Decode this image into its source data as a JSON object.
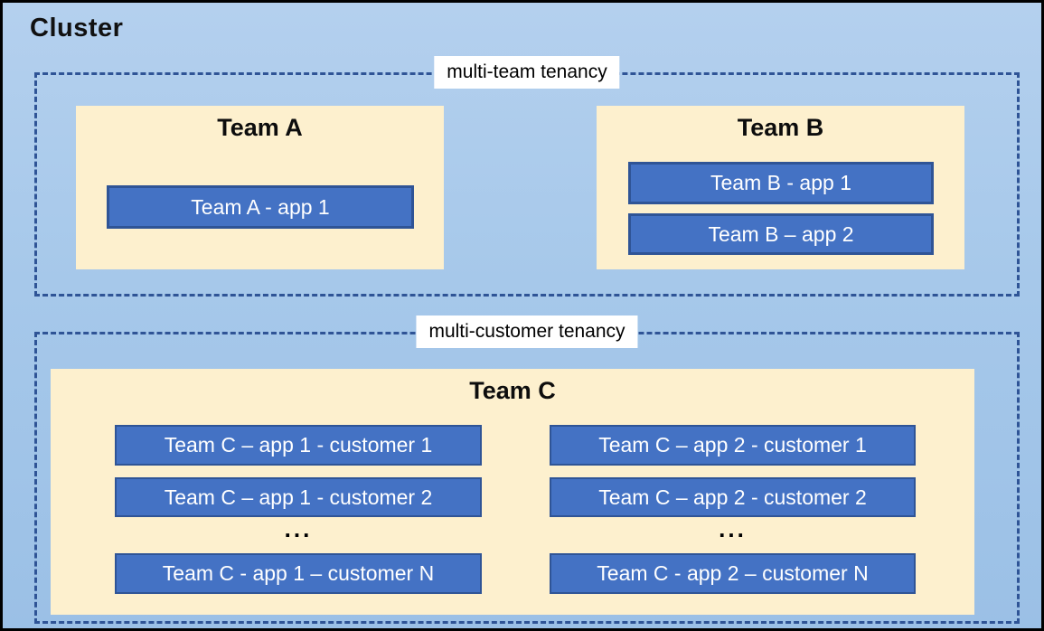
{
  "cluster": {
    "title": "Cluster"
  },
  "regions": [
    {
      "label": "multi-team tenancy",
      "teams": [
        {
          "name": "Team A",
          "apps": [
            "Team A - app 1"
          ]
        },
        {
          "name": "Team B",
          "apps": [
            "Team B - app 1",
            "Team B – app 2"
          ]
        }
      ]
    },
    {
      "label": "multi-customer tenancy",
      "team": {
        "name": "Team C",
        "columns": [
          {
            "apps": [
              "Team C – app 1 - customer 1",
              "Team C – app 1 - customer 2"
            ],
            "ellipsis": "...",
            "app_n": "Team C - app 1 – customer N"
          },
          {
            "apps": [
              "Team C – app 2 - customer 1",
              "Team C – app 2 - customer 2"
            ],
            "ellipsis": "...",
            "app_n": "Team C - app 2 – customer N"
          }
        ]
      }
    }
  ],
  "colors": {
    "app_fill": "#4472C4",
    "app_border": "#2F5496",
    "team_fill": "#FDF0CE",
    "dashed_border": "#2F5496",
    "cluster_bg_top": "#B4D0EE",
    "cluster_bg_bottom": "#9BC0E6",
    "cluster_frame": "#000000",
    "label_bg": "#FFFFFF"
  }
}
